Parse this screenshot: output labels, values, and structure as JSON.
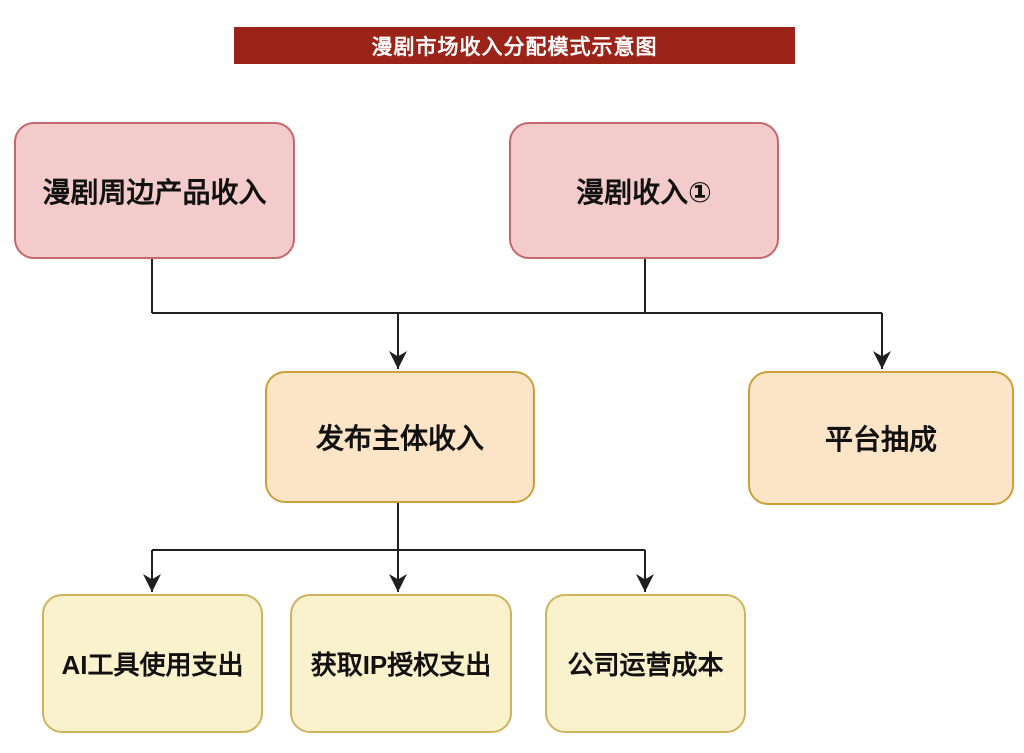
{
  "title": {
    "text": "漫剧市场收入分配模式示意图"
  },
  "nodes": {
    "peripheral_income": {
      "label": "漫剧周边产品收入"
    },
    "drama_income": {
      "label": "漫剧收入①"
    },
    "publisher_income": {
      "label": "发布主体收入"
    },
    "platform_cut": {
      "label": "平台抽成"
    },
    "ai_tool_expense": {
      "label": "AI工具使用支出"
    },
    "ip_license_expense": {
      "label": "获取IP授权支出"
    },
    "company_operating_cost": {
      "label": "公司运营成本"
    }
  },
  "colors": {
    "page_bg": "#FFFFFF",
    "banner_bg": "#9B2318",
    "banner_text": "#FFFFFF",
    "pink_fill": "#F2CBCA",
    "pink_border": "#C4686B",
    "orange_fill": "#FBE5C6",
    "orange_border": "#C9A03A",
    "yellow_fill": "#FAF1CD",
    "yellow_border": "#CFB45F",
    "connector": "#1F1F1F"
  },
  "diagram": {
    "edges": [
      "peripheral_income -> publisher_income",
      "drama_income -> publisher_income",
      "drama_income -> platform_cut",
      "publisher_income -> ai_tool_expense",
      "publisher_income -> ip_license_expense",
      "publisher_income -> company_operating_cost"
    ]
  }
}
